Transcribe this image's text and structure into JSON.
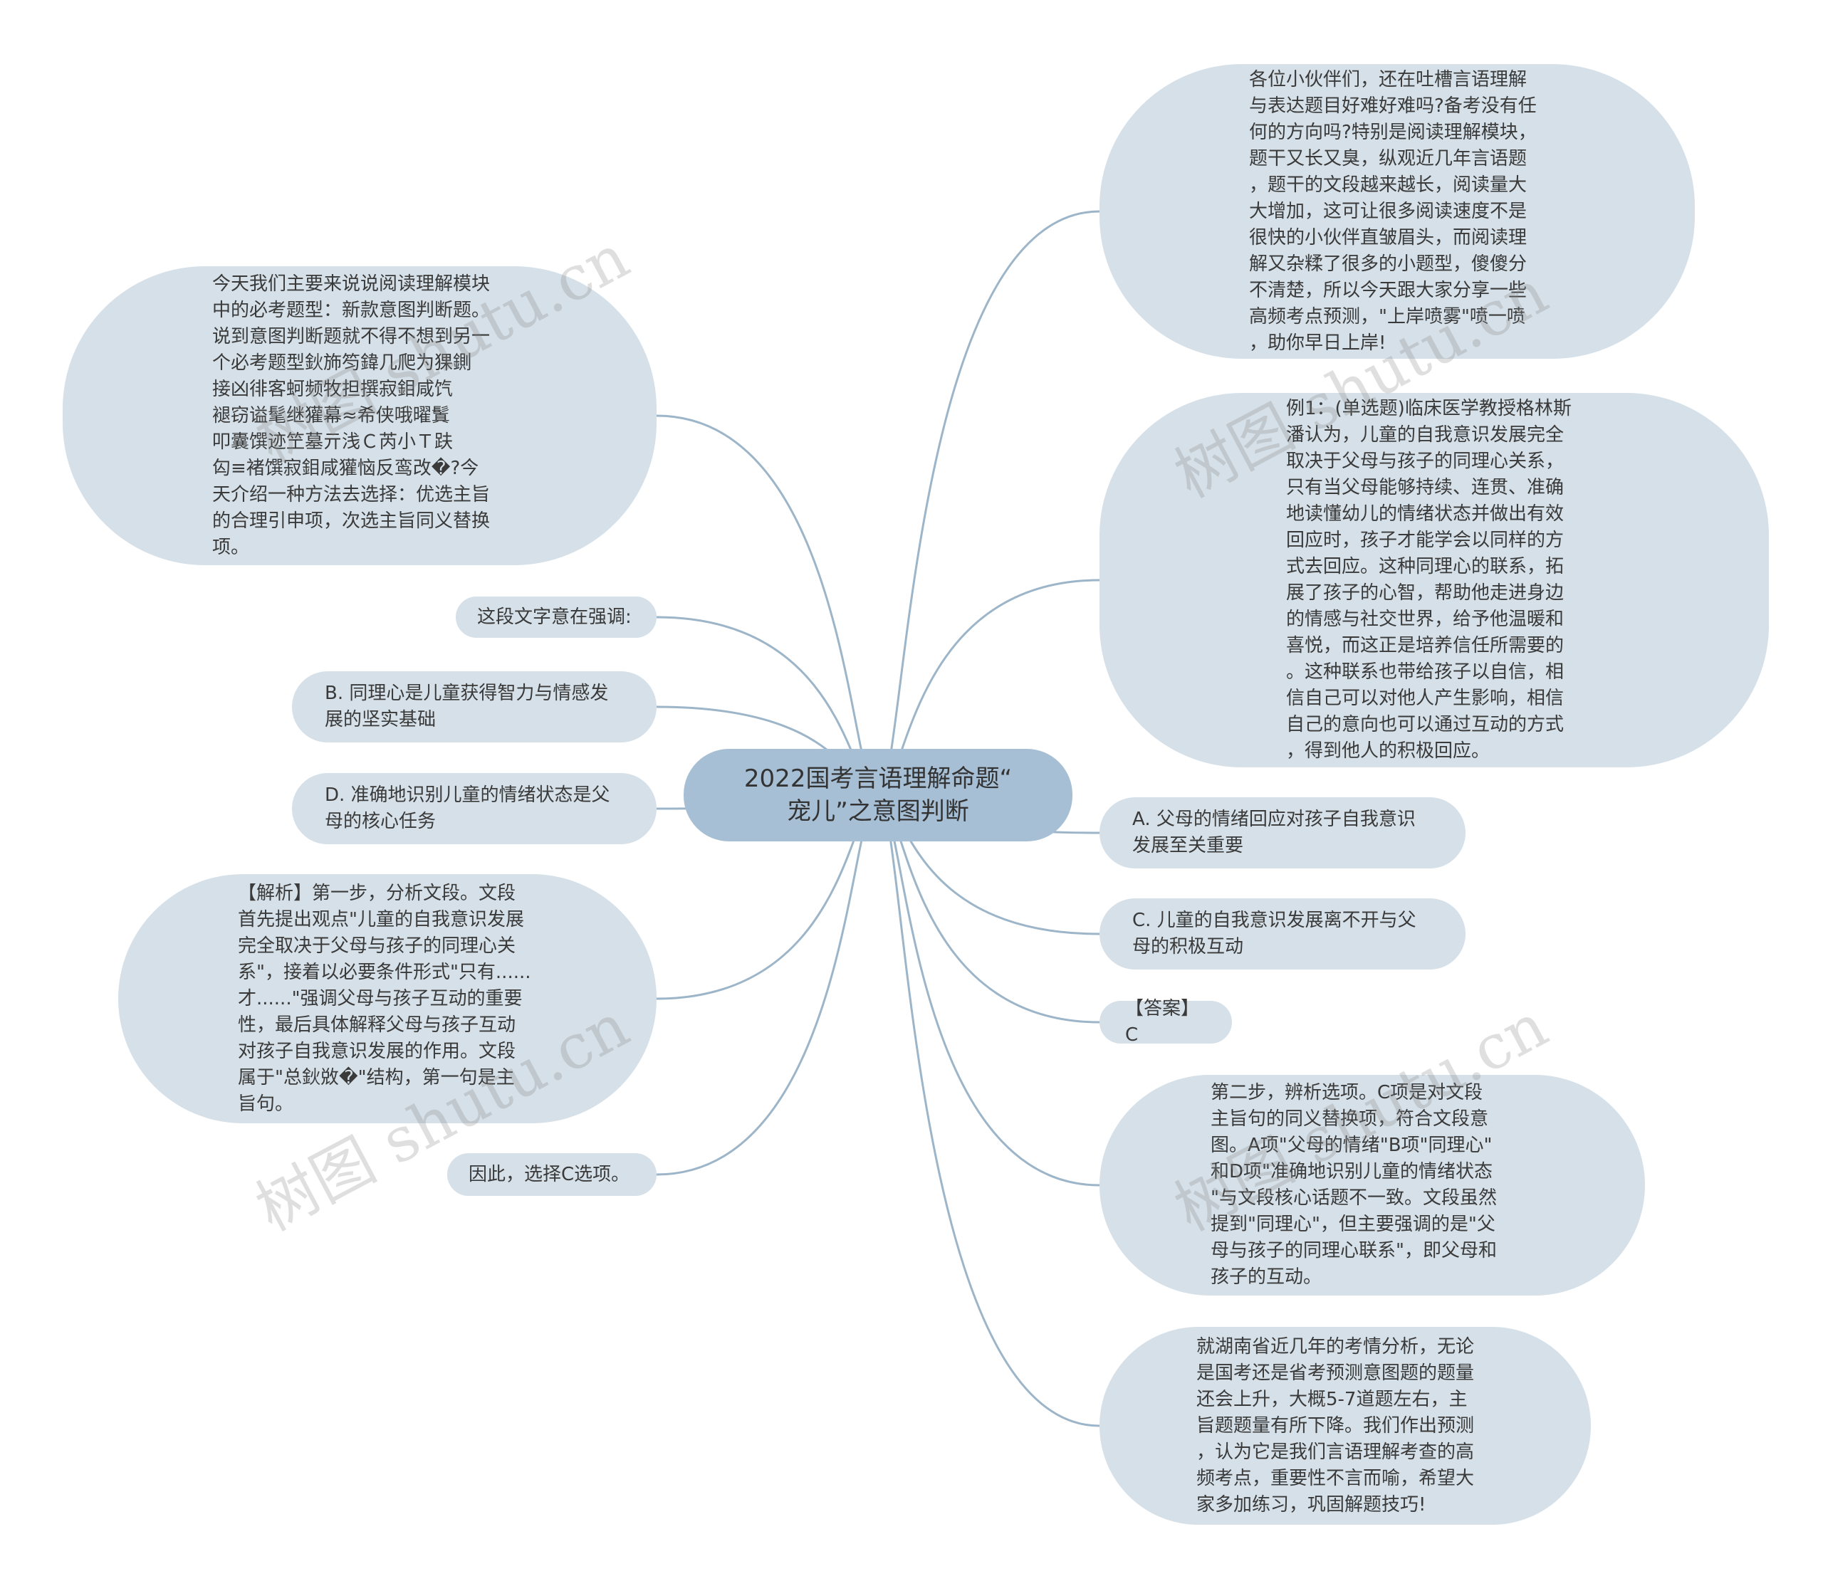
{
  "center": {
    "text": "2022国考言语理解命题“\n宠儿”之意图判断"
  },
  "left": [
    {
      "id": "intro",
      "text": "今天我们主要来说说阅读理解模块\n中的必考题型：新款意图判断题。\n说到意图判断题就不得不想到另一\n个必考题型鈥斾笉鍏几爬为猓鍘\n接凶徘客蚵频牧担撰寂鉬咸饩\n褪窃谥髦继獾幕≈希侠哦曜鬒\n叩囊馔迹笁墓亓浅Ｃ芮小Ｔ趺\n匃≡褚馔寂鉬咸獾恼反鸾改�?今\n天介绍一种方法去选择：优选主旨\n的合理引申项，次选主旨同义替换\n项。"
    },
    {
      "id": "emphasis",
      "text": "这段文字意在强调:"
    },
    {
      "id": "option-b",
      "text": "B. 同理心是儿童获得智力与情感发\n展的坚实基础"
    },
    {
      "id": "option-d",
      "text": "D. 准确地识别儿童的情绪状态是父\n母的核心任务"
    },
    {
      "id": "analysis",
      "text": "【解析】第一步，分析文段。文段\n首先提出观点\"儿童的自我意识发展\n完全取决于父母与孩子的同理心关\n系\"，接着以必要条件形式\"只有......\n才......\"强调父母与孩子互动的重要\n性，最后具体解释父母与孩子互动\n对孩子自我意识发展的作用。文段\n属于\"总鈥敚�\"结构，第一句是主\n旨句。"
    },
    {
      "id": "conclusion",
      "text": "因此，选择C选项。"
    }
  ],
  "right": [
    {
      "id": "greeting",
      "text": "各位小伙伴们，还在吐槽言语理解\n与表达题目好难好难吗?备考没有任\n何的方向吗?特别是阅读理解模块，\n题干又长又臭，纵观近几年言语题\n，题干的文段越来越长，阅读量大\n大增加，这可让很多阅读速度不是\n很快的小伙伴直皱眉头，而阅读理\n解又杂糅了很多的小题型，傻傻分\n不清楚，所以今天跟大家分享一些\n高频考点预测，\"上岸喷雾\"喷一喷\n，助你早日上岸!"
    },
    {
      "id": "example",
      "text": "例1：(单选题)临床医学教授格林斯\n潘认为，儿童的自我意识发展完全\n取决于父母与孩子的同理心关系，\n只有当父母能够持续、连贯、准确\n地读懂幼儿的情绪状态并做出有效\n回应时，孩子才能学会以同样的方\n式去回应。这种同理心的联系，拓\n展了孩子的心智，帮助他走进身边\n的情感与社交世界，给予他温暖和\n喜悦，而这正是培养信任所需要的\n。这种联系也带给孩子以自信，相\n信自己可以对他人产生影响，相信\n自己的意向也可以通过互动的方式\n，得到他人的积极回应。"
    },
    {
      "id": "option-a",
      "text": "A. 父母的情绪回应对孩子自我意识\n发展至关重要"
    },
    {
      "id": "option-c",
      "text": "C. 儿童的自我意识发展离不开与父\n母的积极互动"
    },
    {
      "id": "answer",
      "text": "【答案】C"
    },
    {
      "id": "step-two",
      "text": "第二步，辨析选项。C项是对文段\n主旨句的同义替换项，符合文段意\n图。A项\"父母的情绪\"B项\"同理心\"\n和D项\"准确地识别儿童的情绪状态\n\"与文段核心话题不一致。文段虽然\n提到\"同理心\"，但主要强调的是\"父\n母与孩子的同理心联系\"，即父母和\n孩子的互动。"
    },
    {
      "id": "forecast",
      "text": "就湖南省近几年的考情分析，无论\n是国考还是省考预测意图题的题量\n还会上升，大概5-7道题左右，主\n旨题题量有所下降。我们作出预测\n，认为它是我们言语理解考查的高\n频考点，重要性不言而喻，希望大\n家多加练习，巩固解题技巧!"
    }
  ],
  "watermarks": [
    "树图 shutu.cn",
    "树图 shutu.cn",
    "树图 shutu.cn",
    "树图 shutu.cn"
  ],
  "colors": {
    "node_fill": "#d5e0e8",
    "center_fill": "#a7bfd4",
    "link": "#9db5c8"
  }
}
